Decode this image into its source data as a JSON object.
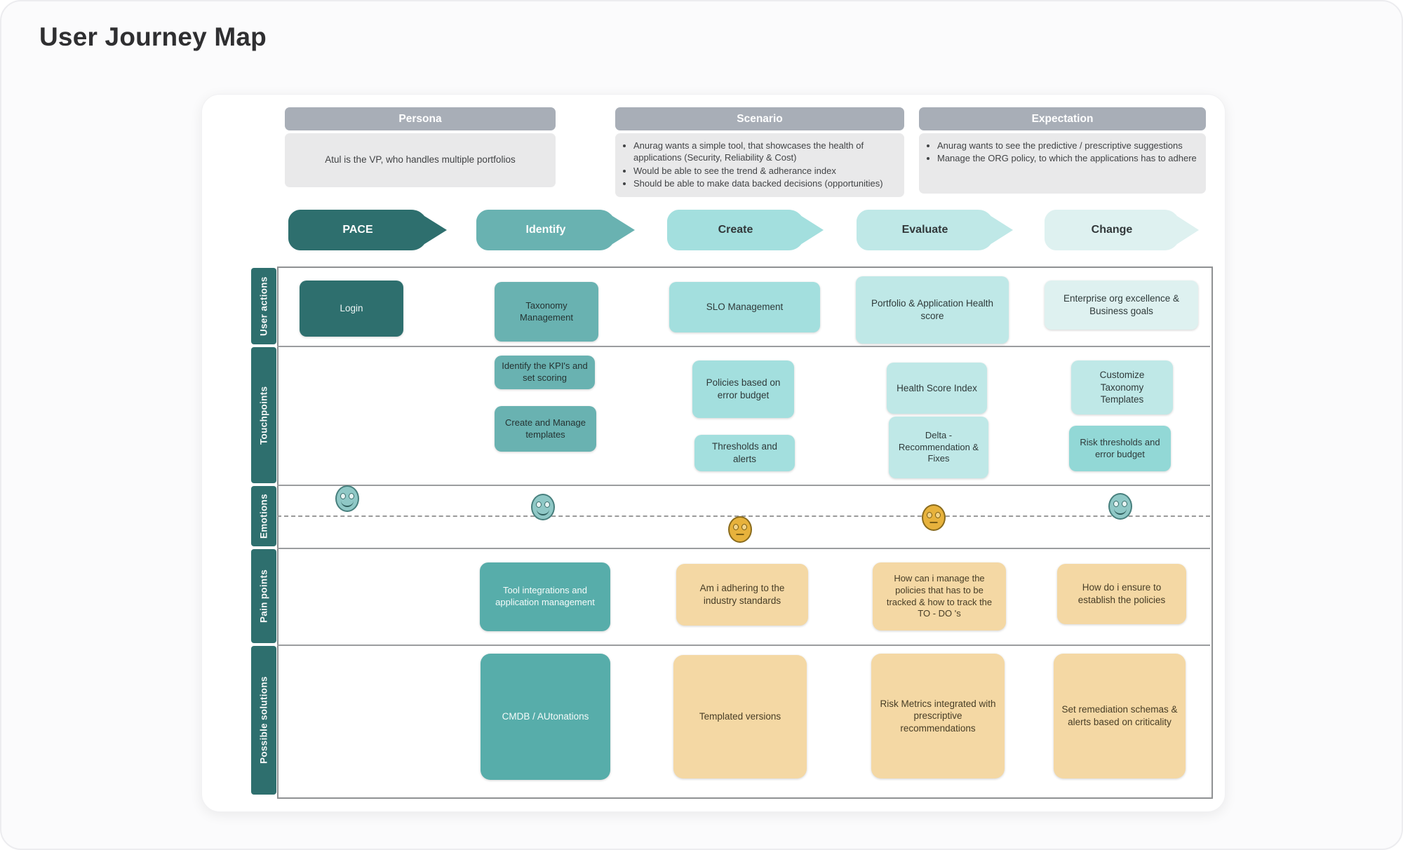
{
  "title": "User Journey Map",
  "palette": {
    "stage_dark_teal": "#2e6f6e",
    "stage_medium_teal": "#69b2b1",
    "stage_light_teal": "#a3dfde",
    "stage_lighter_teal": "#bfe8e7",
    "stage_lightest_teal": "#def1f0",
    "solution_teal": "#57adaa",
    "accent_teal": "#92d8d6",
    "tan": "#f4d8a4",
    "header_gray": "#a8aeb7",
    "panel_gray": "#e9e9ea",
    "face_teal": "#8fc8c6",
    "face_yellow": "#e7b23c"
  },
  "info_cards": [
    {
      "title": "Persona",
      "body": "Atul is the VP, who handles multiple portfolios"
    },
    {
      "title": "Scenario",
      "bullets": [
        "Anurag wants a simple tool, that showcases the health of applications (Security, Reliability & Cost)",
        "Would be able to see the trend & adherance index",
        "Should be able to make data backed decisions (opportunities)"
      ]
    },
    {
      "title": "Expectation",
      "bullets": [
        "Anurag wants to see the predictive / prescriptive suggestions",
        "Manage the ORG policy, to which the applications has to adhere"
      ]
    }
  ],
  "stages": [
    {
      "label": "PACE",
      "color": "#2e6f6e"
    },
    {
      "label": "Identify",
      "color": "#69b2b1"
    },
    {
      "label": "Create",
      "color": "#a3dfde"
    },
    {
      "label": "Evaluate",
      "color": "#bfe8e7"
    },
    {
      "label": "Change",
      "color": "#def1f0"
    }
  ],
  "rows": {
    "user_actions": {
      "label": "User actions",
      "boxes": [
        {
          "text": "Login",
          "stage": "PACE",
          "color": "#2e6f6e"
        },
        {
          "text": "Taxonomy Management",
          "stage": "Identify",
          "color": "#69b2b1"
        },
        {
          "text": "SLO Management",
          "stage": "Create",
          "color": "#a3dfde"
        },
        {
          "text": "Portfolio & Application Health score",
          "stage": "Evaluate",
          "color": "#bfe8e7"
        },
        {
          "text": "Enterprise org excellence & Business goals",
          "stage": "Change",
          "color": "#def1f0"
        }
      ]
    },
    "touchpoints": {
      "label": "Touchpoints",
      "boxes": [
        {
          "text": "Identify the KPI's and set scoring",
          "stage": "Identify",
          "color": "#69b2b1"
        },
        {
          "text": "Create and Manage templates",
          "stage": "Identify",
          "color": "#69b2b1"
        },
        {
          "text": "Policies based on error budget",
          "stage": "Create",
          "color": "#a3dfde"
        },
        {
          "text": "Thresholds and alerts",
          "stage": "Create",
          "color": "#a3dfde"
        },
        {
          "text": "Health Score Index",
          "stage": "Evaluate",
          "color": "#bfe8e7"
        },
        {
          "text": "Delta - Recommendation & Fixes",
          "stage": "Evaluate",
          "color": "#bfe8e7"
        },
        {
          "text": "Customize Taxonomy Templates",
          "stage": "Change",
          "color": "#bfe8e7"
        },
        {
          "text": "Risk thresholds and error budget",
          "stage": "Change",
          "color": "#92d8d6"
        }
      ]
    },
    "emotions": {
      "label": "Emotions",
      "faces": [
        {
          "mood": "happy",
          "color": "teal",
          "stage": "PACE"
        },
        {
          "mood": "happy",
          "color": "teal",
          "stage": "Identify"
        },
        {
          "mood": "neutral",
          "color": "yellow",
          "stage": "Create"
        },
        {
          "mood": "neutral",
          "color": "yellow",
          "stage": "Evaluate"
        },
        {
          "mood": "happy",
          "color": "teal",
          "stage": "Change"
        }
      ]
    },
    "pain_points": {
      "label": "Pain points",
      "boxes": [
        {
          "text": "Tool integrations and application management",
          "stage": "Identify",
          "color": "#57adaa"
        },
        {
          "text": "Am i adhering to the industry standards",
          "stage": "Create",
          "color": "#f4d8a4"
        },
        {
          "text": "How can i manage the policies that has to be tracked & how to track the TO - DO 's",
          "stage": "Evaluate",
          "color": "#f4d8a4"
        },
        {
          "text": "How do i ensure to establish the policies",
          "stage": "Change",
          "color": "#f4d8a4"
        }
      ]
    },
    "possible_solutions": {
      "label": "Possible solutions",
      "boxes": [
        {
          "text": "CMDB / AUtonations",
          "stage": "Identify",
          "color": "#57adaa"
        },
        {
          "text": "Templated versions",
          "stage": "Create",
          "color": "#f4d8a4"
        },
        {
          "text": "Risk Metrics integrated with prescriptive recommendations",
          "stage": "Evaluate",
          "color": "#f4d8a4"
        },
        {
          "text": "Set remediation schemas & alerts based on criticality",
          "stage": "Change",
          "color": "#f4d8a4"
        }
      ]
    }
  }
}
